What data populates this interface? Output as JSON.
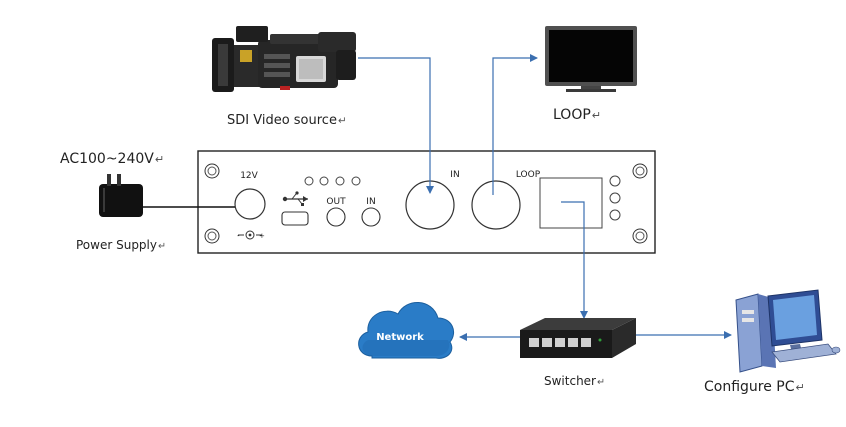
{
  "labels": {
    "sdi_source": "SDI Video source",
    "loop_monitor": "LOOP",
    "ac_input": "AC100~240V",
    "power_supply": "Power Supply",
    "switcher": "Switcher",
    "configure_pc": "Configure PC",
    "network": "Network",
    "return_mark": "↵"
  },
  "panel": {
    "dc_in": "12V",
    "ethernet": "LOOP",
    "sdi_in": "IN",
    "audio_out": "OUT",
    "audio_in": "IN"
  },
  "colors": {
    "signal_line": "#3b6fb0",
    "power_line": "#111111",
    "panel_stroke": "#222222",
    "cloud": "#2a7cc7",
    "monitor": "#2b2b2b"
  },
  "icons": [
    "camcorder-icon",
    "monitor-icon",
    "power-adapter-icon",
    "usb-icon",
    "cloud-icon",
    "network-switch-icon",
    "desktop-pc-icon"
  ]
}
